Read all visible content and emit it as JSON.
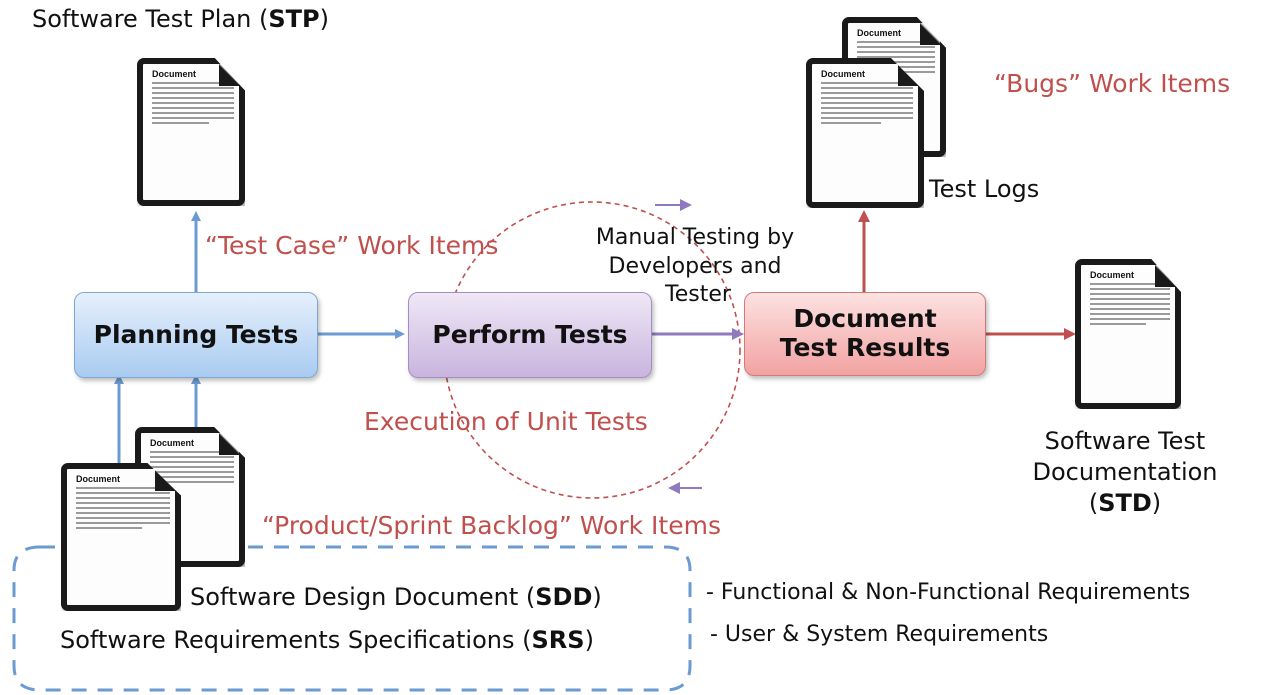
{
  "labels": {
    "stp_prefix": "Software Test Plan (",
    "stp_bold": "STP",
    "stp_suffix": ")",
    "test_case_items": "“Test Case” Work Items",
    "bugs_items": "“Bugs” Work Items",
    "test_logs": "Test Logs",
    "manual_testing": "Manual Testing by Developers and Tester",
    "manual_line1": "Manual Testing by",
    "manual_line2": "Developers and",
    "manual_line3": "Tester",
    "execution_unit_tests": "Execution of Unit Tests",
    "backlog_items": "“Product/Sprint Backlog” Work Items",
    "std_line1": "Software Test",
    "std_line2": "Documentation",
    "std_bold": "STD",
    "sdd_prefix": "Software Design Document (",
    "sdd_bold": "SDD",
    "sdd_suffix": ")",
    "srs_prefix": "Software Requirements Specifications (",
    "srs_bold": "SRS",
    "srs_suffix": ")",
    "req1": "- Functional & Non-Functional Requirements",
    "req2": "- User & System Requirements",
    "doc_title": "Document"
  },
  "boxes": {
    "planning": "Planning Tests",
    "perform": "Perform Tests",
    "document_line1": "Document",
    "document_line2": "Test Results"
  },
  "colors": {
    "blue_arrow": "#6b9bd1",
    "purple_arrow": "#8f79bf",
    "red_arrow": "#c0504d",
    "dashed_blue": "#6b9bd1"
  }
}
